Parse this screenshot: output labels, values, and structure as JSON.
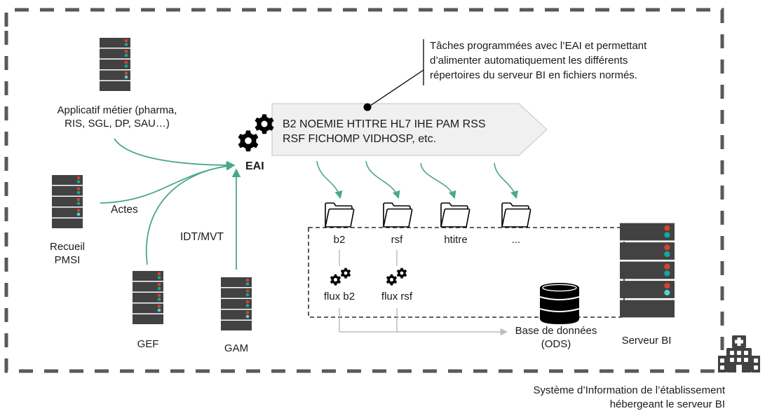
{
  "colors": {
    "outer_border": "#595959",
    "server_body": "#424242",
    "led_red": "#d6432a",
    "led_teal": "#13a89e",
    "led_cyan": "#4fd6d0",
    "flow_arrow": "#4aa88a",
    "gray_connector": "#bdbdbd",
    "banner_fill": "#f0f0f0",
    "banner_stroke": "#cfcfcf",
    "icon_black": "#000000",
    "hospital_icon": "#424242"
  },
  "sources": [
    {
      "id": "applicatif",
      "label_lines": [
        "Applicatif métier (pharma,",
        "RIS, SGL, DP, SAU…)"
      ],
      "icon": "server-rack-icon"
    },
    {
      "id": "recueil",
      "label_lines": [
        "Recueil",
        "PMSI"
      ],
      "icon": "server-rack-icon"
    },
    {
      "id": "gef",
      "label_lines": [
        "GEF"
      ],
      "icon": "server-rack-icon"
    },
    {
      "id": "gam",
      "label_lines": [
        "GAM"
      ],
      "icon": "server-rack-icon"
    }
  ],
  "arrow_labels": {
    "actes": "Actes",
    "idt_mvt": "IDT/MVT"
  },
  "eai": {
    "label": "EAI",
    "icon": "gears-icon",
    "formats_line1": "B2 NOEMIE HTITRE HL7 IHE PAM RSS",
    "formats_line2": "RSF FICHOMP VIDHOSP, etc."
  },
  "callout": {
    "lines": [
      "Tâches programmées avec l’EAI et permettant",
      "d’alimenter automatiquement  les différents",
      "répertoires du serveur BI en fichiers normés."
    ]
  },
  "folders": [
    {
      "label": "b2",
      "icon": "folder-icon"
    },
    {
      "label": "rsf",
      "icon": "folder-icon"
    },
    {
      "label": "htitre",
      "icon": "folder-icon"
    },
    {
      "label": "...",
      "icon": "folder-icon"
    }
  ],
  "flux": [
    {
      "label": "flux b2",
      "icon": "gears-icon"
    },
    {
      "label": "flux rsf",
      "icon": "gears-icon"
    }
  ],
  "database": {
    "label_lines": [
      "Base de données",
      "(ODS)"
    ],
    "icon": "database-icon"
  },
  "bi_server": {
    "label": "Serveur BI",
    "icon": "server-rack-icon"
  },
  "footer": {
    "icon": "hospital-icon",
    "lines": [
      "Système d’Information de l’établissement",
      "hébergeant le serveur BI"
    ]
  }
}
